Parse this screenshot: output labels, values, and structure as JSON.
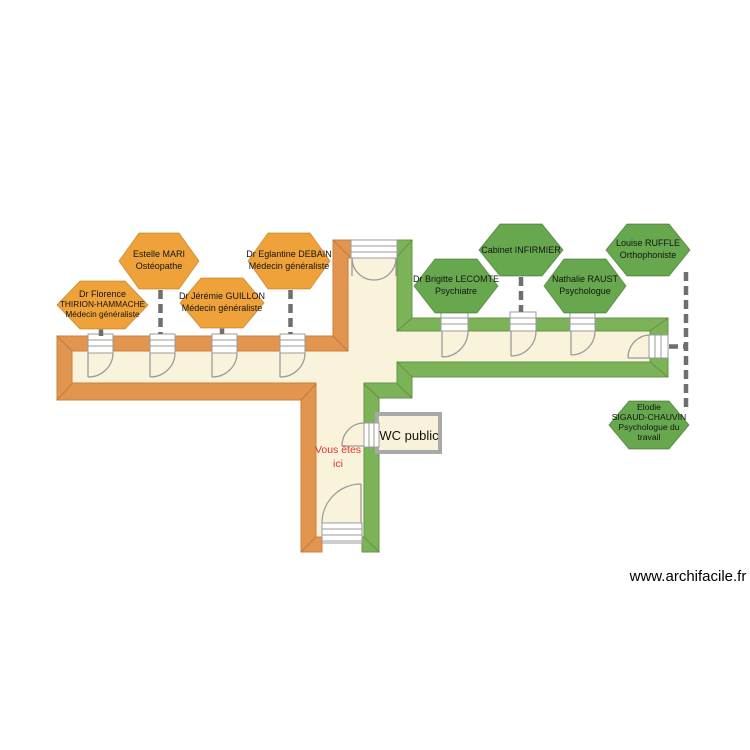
{
  "title": "Plan de cabinet médical",
  "watermark": "www.archifacile.fr",
  "wc": {
    "label": "WC public"
  },
  "you_are_here": {
    "line1": "Vous êtes",
    "line2": "ici",
    "color": "#e03232"
  },
  "colors": {
    "orange_wall": "#e2954e",
    "orange_hexagon": "#efa23a",
    "green_wall": "#7cb258",
    "green_hexagon": "#67a84e",
    "floor": "#faf3dc",
    "connector_gray": "#6f6f6f",
    "door_gray": "#9b9b9b",
    "background": "#ffffff"
  },
  "hexagons": [
    {
      "id": "florence",
      "wing": "orange",
      "lines": [
        "Dr Florence",
        "THIRION-HAMMACHE",
        "Médecin généraliste"
      ]
    },
    {
      "id": "estelle",
      "wing": "orange",
      "lines": [
        "Estelle MARI",
        "Ostéopathe"
      ]
    },
    {
      "id": "jeremie",
      "wing": "orange",
      "lines": [
        "Dr Jérémie GUILLON",
        "Médecin généraliste"
      ]
    },
    {
      "id": "eglantine",
      "wing": "orange",
      "lines": [
        "Dr Eglantine DEBAIN",
        "Médecin généraliste"
      ]
    },
    {
      "id": "brigitte",
      "wing": "green",
      "lines": [
        "Dr Brigitte LECOMTE",
        "Psychiatre"
      ]
    },
    {
      "id": "cabinet",
      "wing": "green",
      "lines": [
        "Cabinet INFIRMIER"
      ]
    },
    {
      "id": "nathalie",
      "wing": "green",
      "lines": [
        "Nathalie RAUST",
        "Psychologue"
      ]
    },
    {
      "id": "louise",
      "wing": "green",
      "lines": [
        "Louise RUFFLE",
        "Orthophoniste"
      ]
    },
    {
      "id": "elodie",
      "wing": "green",
      "lines": [
        "Elodie",
        "SIGAUD-CHAUVIN",
        "Psychologue du",
        "travail"
      ]
    }
  ]
}
